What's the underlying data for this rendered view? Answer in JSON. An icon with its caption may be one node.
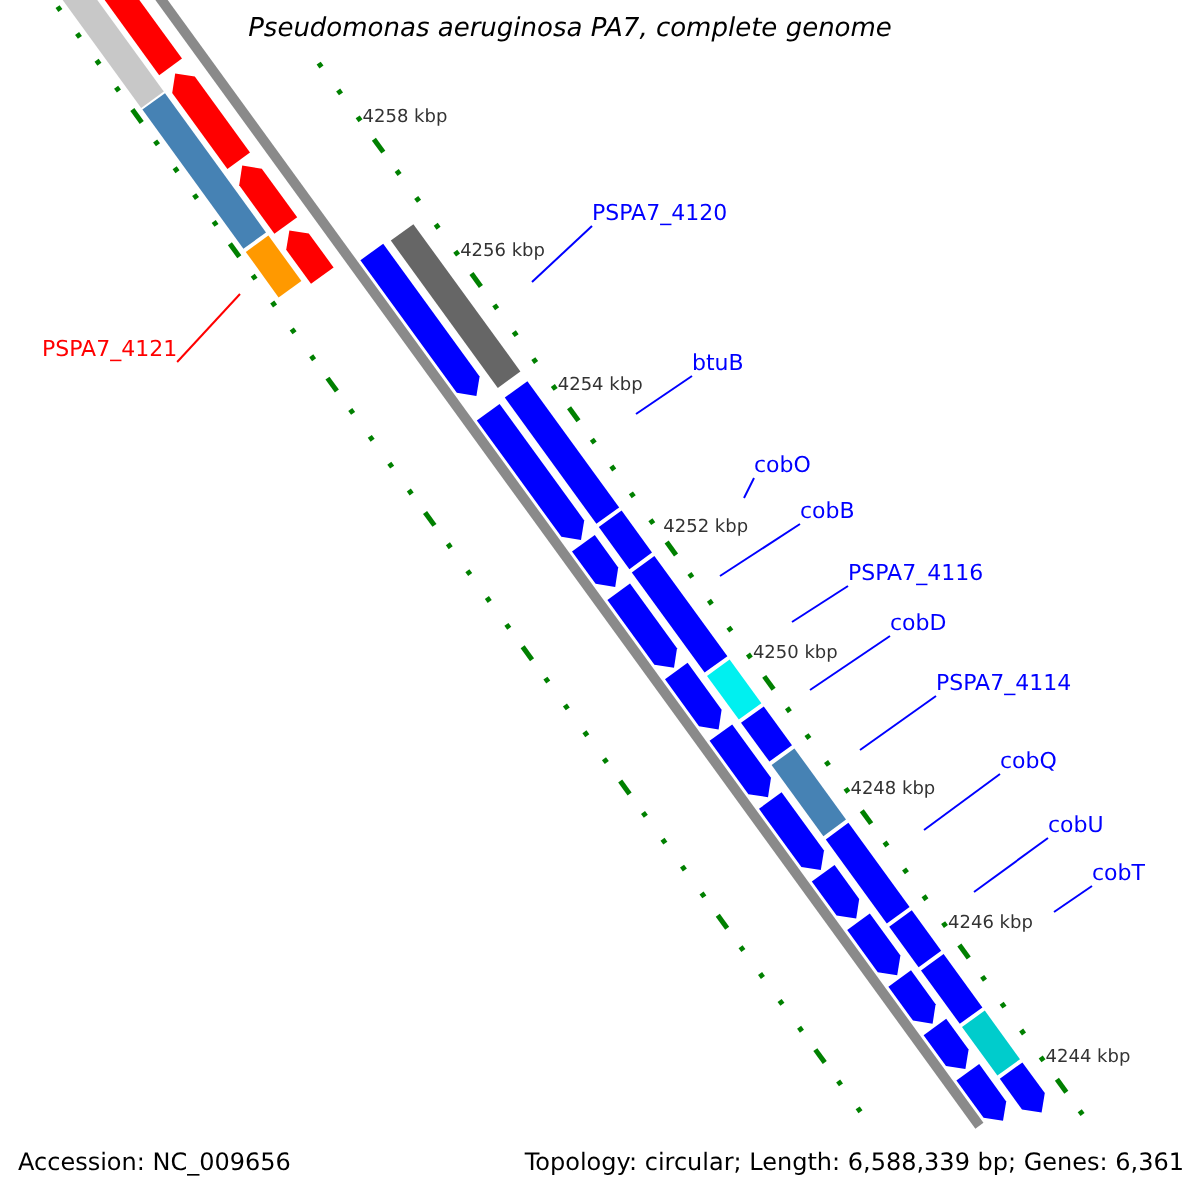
{
  "diagram": {
    "title": "Pseudomonas aeruginosa PA7, complete genome",
    "nodes": [
      {
        "text": [
          "PSPA7_4120"
        ]
      },
      {
        "text": [
          "PSPA7_4121"
        ]
      },
      {
        "text": [
          "btuB"
        ]
      },
      {
        "text": [
          "cobO"
        ]
      },
      {
        "text": [
          "cobB"
        ]
      },
      {
        "text": [
          "PSPA7_4116"
        ]
      },
      {
        "text": [
          "cobD"
        ]
      },
      {
        "text": [
          "PSPA7_4114"
        ]
      },
      {
        "text": [
          "cobQ"
        ]
      },
      {
        "text": [
          "cobU"
        ]
      },
      {
        "text": [
          "cobT"
        ]
      }
    ],
    "edges": [
      {
        "from": 0,
        "to": null,
        "arrow": "none"
      },
      {
        "from": 1,
        "to": null,
        "arrow": "none",
        "color": "#ff0000"
      },
      {
        "from": 2,
        "to": null,
        "arrow": "none"
      },
      {
        "from": 3,
        "to": null,
        "arrow": "none"
      },
      {
        "from": 4,
        "to": null,
        "arrow": "none"
      },
      {
        "from": 5,
        "to": null,
        "arrow": "none"
      },
      {
        "from": 6,
        "to": null,
        "arrow": "none"
      },
      {
        "from": 7,
        "to": null,
        "arrow": "none"
      },
      {
        "from": 8,
        "to": null,
        "arrow": "none"
      },
      {
        "from": 9,
        "to": null,
        "arrow": "none"
      },
      {
        "from": 10,
        "to": null,
        "arrow": "none"
      }
    ],
    "labels": [
      "4258 kbp",
      "4256 kbp",
      "4254 kbp",
      "4252 kbp",
      "4250 kbp",
      "4248 kbp",
      "4246 kbp",
      "4244 kbp",
      "Accession: NC_009656",
      "Topology: circular; Length: 6,588,339 bp; Genes: 6,361"
    ]
  }
}
